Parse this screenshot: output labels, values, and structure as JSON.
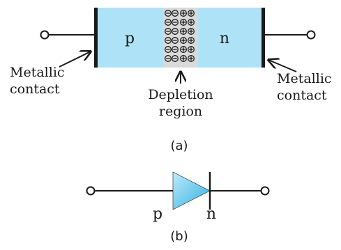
{
  "figure_a": {
    "p_label": "p",
    "n_label": "n",
    "left_contact_line1": "Metallic",
    "left_contact_line2": "contact",
    "right_contact_line1": "Metallic",
    "right_contact_line2": "contact",
    "depletion_line1": "Depletion",
    "depletion_line2": "region",
    "caption": "(a)"
  },
  "figure_b": {
    "p_label": "p",
    "n_label": "n",
    "caption": "(b)"
  },
  "colors": {
    "semiconductor_fill": "#aee3f7",
    "depletion_fill": "#d9d9d9",
    "diode_fill": "#4fc0e8",
    "line": "#1a1a1a"
  }
}
